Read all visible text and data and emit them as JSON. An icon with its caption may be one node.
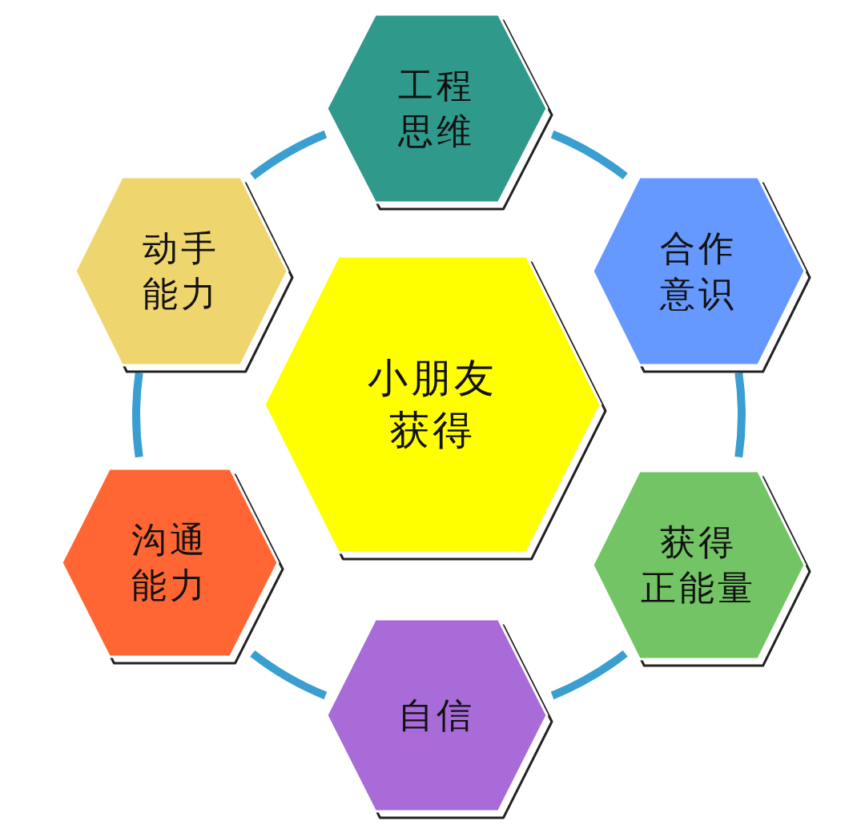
{
  "diagram": {
    "nodes": [
      {
        "text": [
          "小朋友获得"
        ]
      },
      {
        "text": [
          "工程思维"
        ]
      },
      {
        "text": [
          "合作意识"
        ]
      },
      {
        "text": [
          "获得正能量"
        ]
      },
      {
        "text": [
          "自信"
        ]
      },
      {
        "text": [
          "沟通能力"
        ]
      },
      {
        "text": [
          "动手能力"
        ]
      }
    ],
    "edges": [
      {
        "from": 1,
        "to": 2,
        "arrow": "none"
      },
      {
        "from": 2,
        "to": 3,
        "arrow": "none"
      },
      {
        "from": 3,
        "to": 4,
        "arrow": "none"
      },
      {
        "from": 4,
        "to": 5,
        "arrow": "none"
      },
      {
        "from": 5,
        "to": 6,
        "arrow": "none"
      },
      {
        "from": 6,
        "to": 1,
        "arrow": "none"
      }
    ]
  }
}
